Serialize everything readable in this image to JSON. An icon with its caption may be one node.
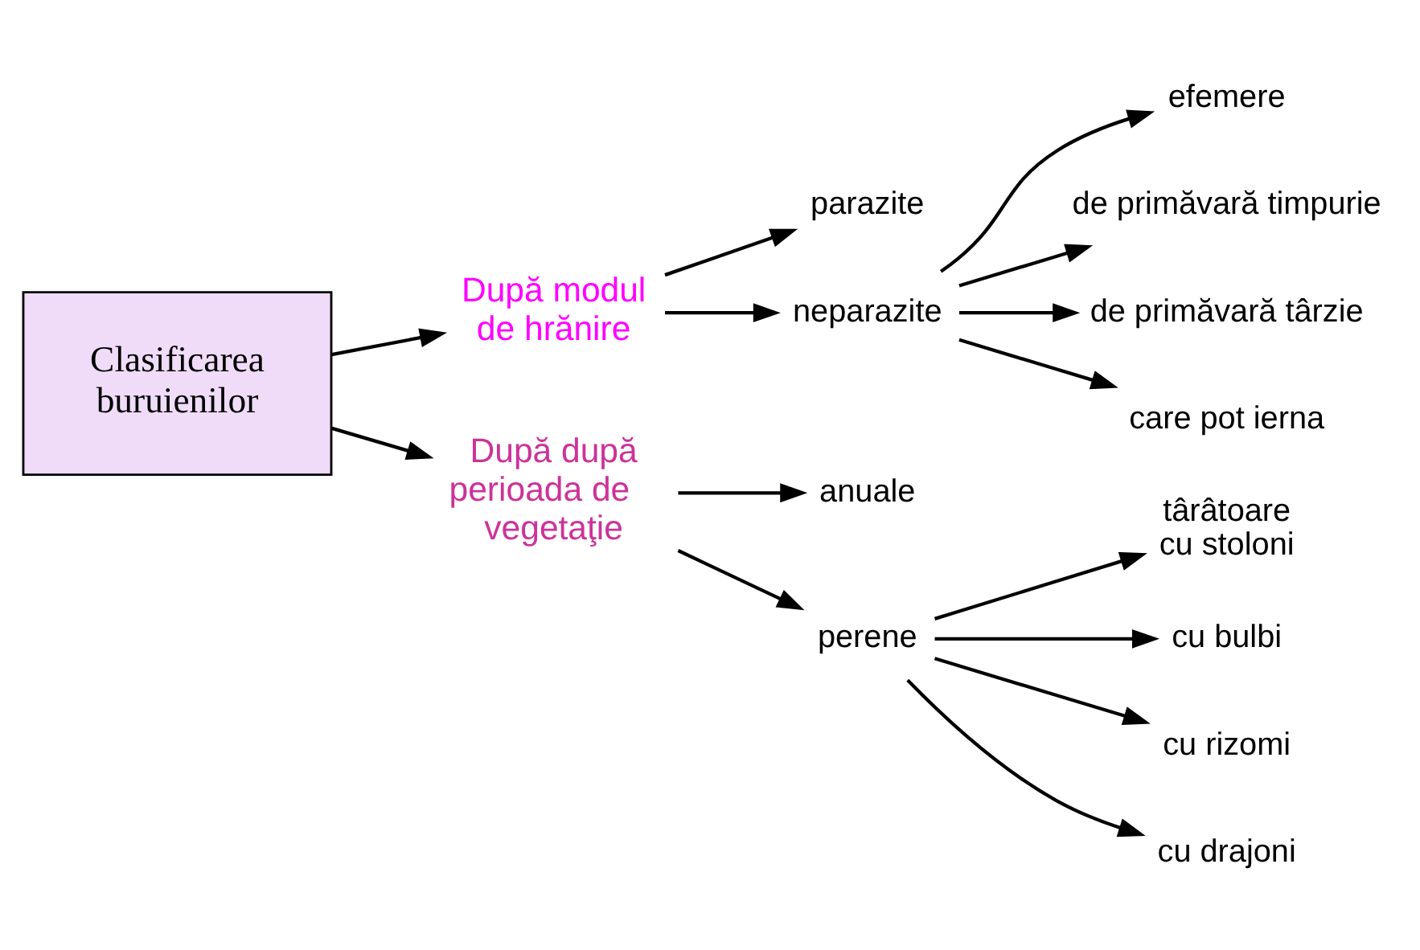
{
  "diagram": {
    "nodes": [
      {
        "text": [
          "Clasificarea buruienilor"
        ]
      },
      {
        "text": [
          "După modul de hrănire"
        ]
      },
      {
        "text": [
          "parazite"
        ]
      },
      {
        "text": [
          "neparazite"
        ]
      },
      {
        "text": [
          "efemere"
        ]
      },
      {
        "text": [
          "de primăvară timpurie"
        ]
      },
      {
        "text": [
          "de primăvară târzie"
        ]
      },
      {
        "text": [
          "care pot ierna"
        ]
      },
      {
        "text": [
          "După după perioada de    vegetaţie"
        ]
      },
      {
        "text": [
          "anuale"
        ]
      },
      {
        "text": [
          "perene"
        ]
      },
      {
        "text": [
          "târâtoare cu stoloni"
        ]
      },
      {
        "text": [
          "cu bulbi"
        ]
      },
      {
        "text": [
          "cu rizomi"
        ]
      },
      {
        "text": [
          "cu drajoni"
        ]
      }
    ],
    "edges": [
      {
        "from": 0,
        "to": 1,
        "arrow": "to"
      },
      {
        "from": 1,
        "to": 2,
        "arrow": "to"
      },
      {
        "from": 1,
        "to": 3,
        "arrow": "to"
      },
      {
        "from": 3,
        "to": 4,
        "arrow": "to"
      },
      {
        "from": 3,
        "to": 5,
        "arrow": "to"
      },
      {
        "from": 3,
        "to": 6,
        "arrow": "to"
      },
      {
        "from": 3,
        "to": 7,
        "arrow": "to"
      },
      {
        "from": 0,
        "to": 8,
        "arrow": "to"
      },
      {
        "from": 8,
        "to": 9,
        "arrow": "to"
      },
      {
        "from": 8,
        "to": 10,
        "arrow": "to"
      },
      {
        "from": 10,
        "to": 11,
        "arrow": "to"
      },
      {
        "from": 10,
        "to": 12,
        "arrow": "to"
      },
      {
        "from": 10,
        "to": 13,
        "arrow": "to"
      },
      {
        "from": 10,
        "to": 14,
        "arrow": "to"
      }
    ]
  }
}
